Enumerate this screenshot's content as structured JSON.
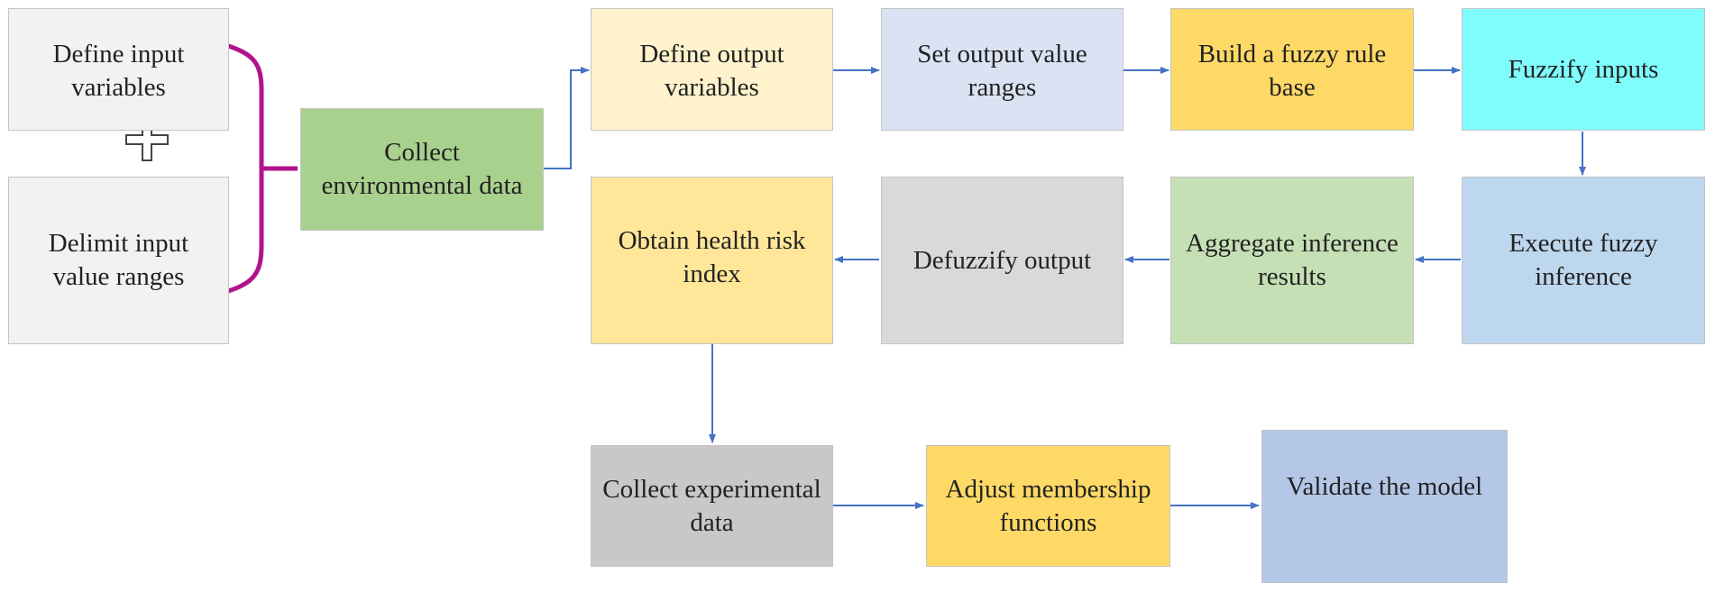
{
  "nodes": {
    "define_input": {
      "label": "Define input variables",
      "color": "#f2f2f2"
    },
    "delimit_input": {
      "label": "Delimit input value ranges",
      "color": "#f2f2f2"
    },
    "collect_env": {
      "label": "Collect environmental data",
      "color": "#a9d18e"
    },
    "define_output": {
      "label": "Define output variables",
      "color": "#fff2cc"
    },
    "set_output_ranges": {
      "label": "Set output value ranges",
      "color": "#dae3f3"
    },
    "build_rule_base": {
      "label": "Build a fuzzy rule base",
      "color": "#ffd966"
    },
    "fuzzify_inputs": {
      "label": "Fuzzify inputs",
      "color": "#7ffdfd"
    },
    "execute_inference": {
      "label": "Execute fuzzy inference",
      "color": "#bdd7ee"
    },
    "aggregate_results": {
      "label": "Aggregate inference results",
      "color": "#c5e0b4"
    },
    "defuzzify_output": {
      "label": "Defuzzify output",
      "color": "#d9d9d9"
    },
    "obtain_risk_index": {
      "label": "Obtain health risk index",
      "color": "#ffe699"
    },
    "collect_experimental": {
      "label": "Collect experimental data",
      "color": "#c8c8c8"
    },
    "adjust_membership": {
      "label": "Adjust membership functions",
      "color": "#ffd966"
    },
    "validate_model": {
      "label": "Validate the model",
      "color": "#b4c7e7"
    }
  },
  "colors": {
    "arrow": "#4472c4",
    "brace": "#b0138c",
    "plus": "#444444"
  }
}
